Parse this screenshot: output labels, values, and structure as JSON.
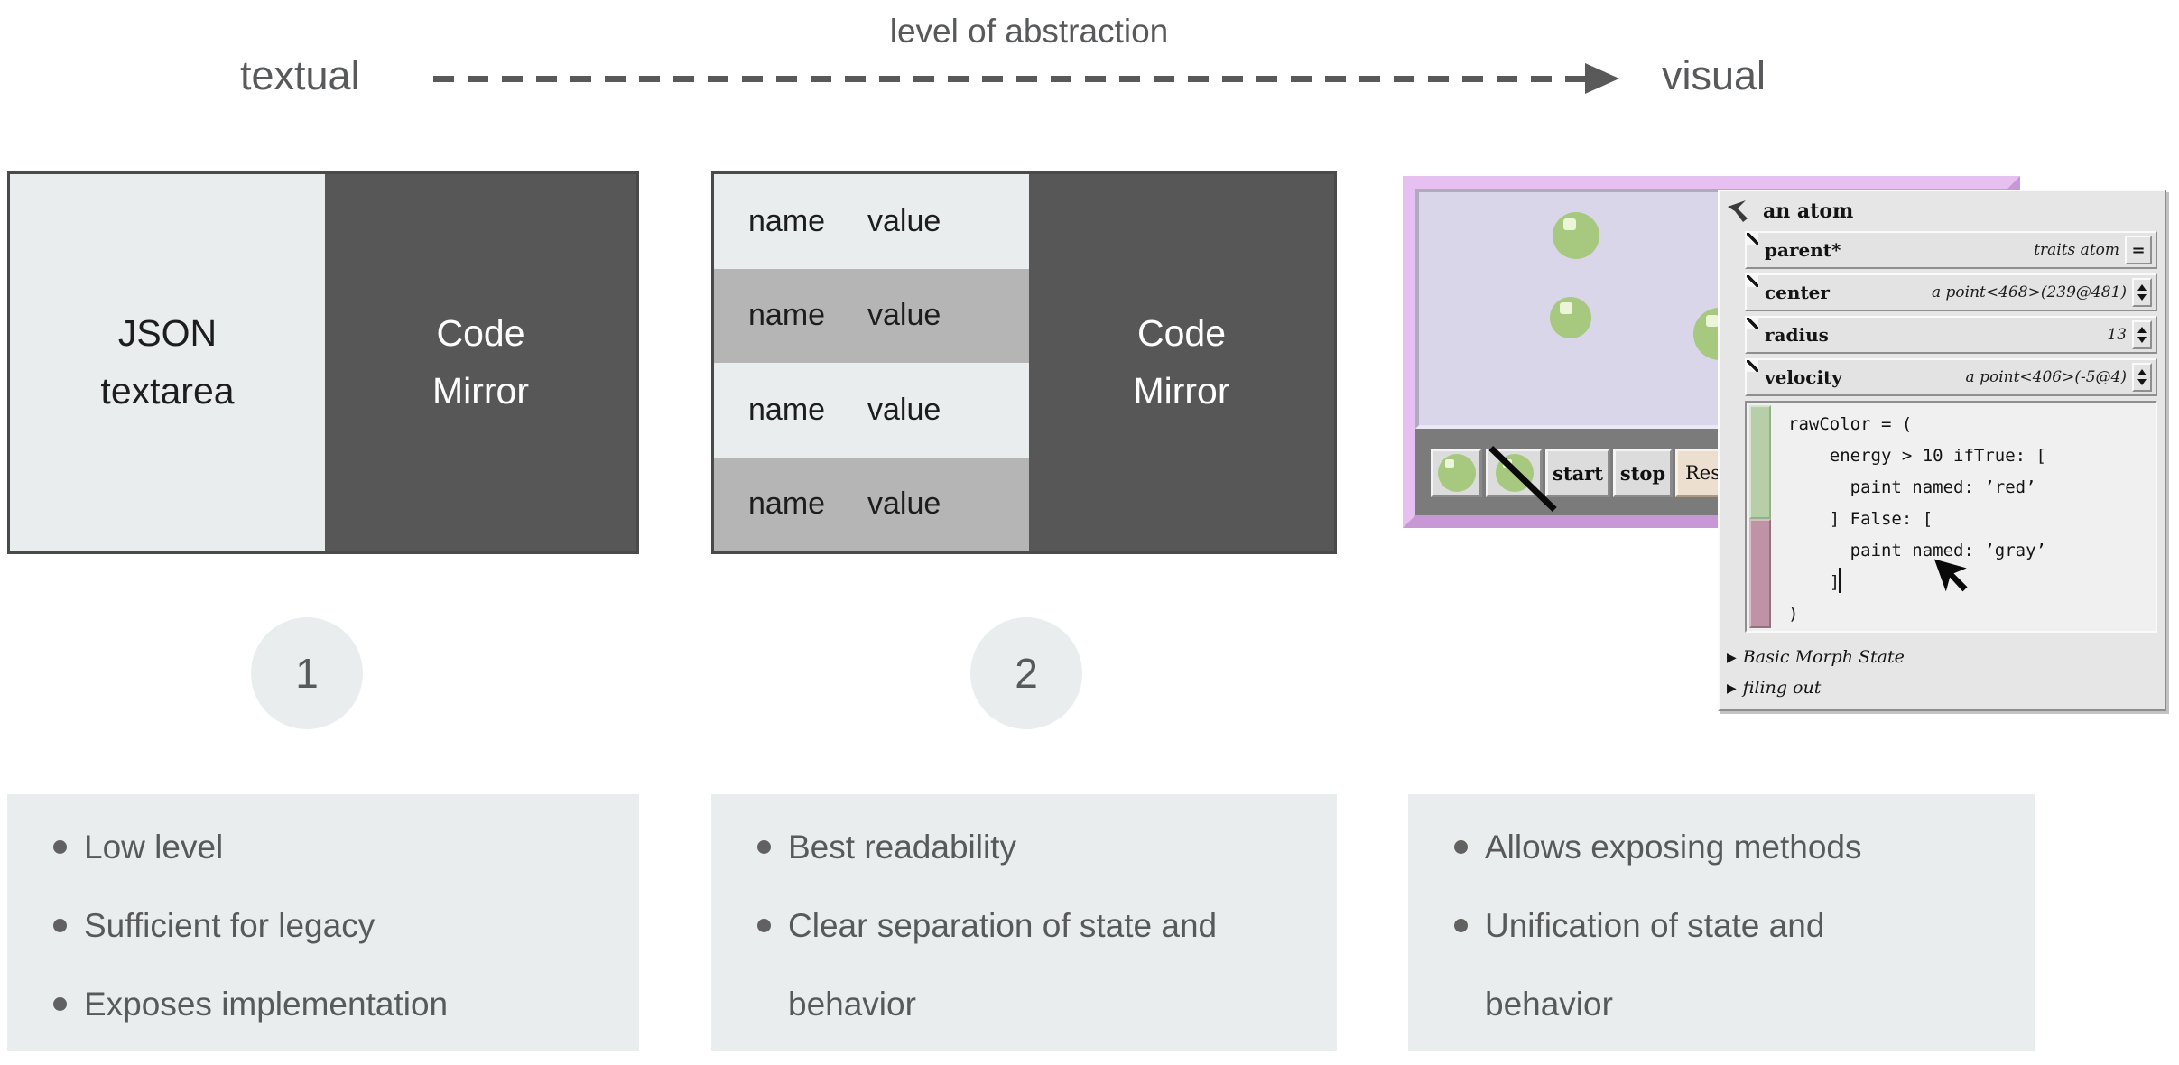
{
  "header": {
    "axis_label": "level of abstraction",
    "left_end": "textual",
    "right_end": "visual"
  },
  "step1": {
    "number": "1",
    "box": {
      "left_panel": "JSON textarea",
      "right_panel": "Code Mirror"
    },
    "bullets": [
      "Low level",
      "Sufficient for legacy",
      "Exposes implementation"
    ]
  },
  "step2": {
    "number": "2",
    "table_rows": [
      {
        "name": "name",
        "value": "value"
      },
      {
        "name": "name",
        "value": "value"
      },
      {
        "name": "name",
        "value": "value"
      },
      {
        "name": "name",
        "value": "value"
      }
    ],
    "right_panel": "Code Mirror",
    "bullets": [
      "Best readability",
      "Clear separation of state and behavior"
    ]
  },
  "step3": {
    "bullets": [
      "Allows exposing methods",
      "Unification of state and behavior"
    ],
    "world_toolbar": {
      "add": "start",
      "start": "start",
      "stop": "stop",
      "resize": "Resi"
    },
    "inspector": {
      "title": "an atom",
      "rows": [
        {
          "name": "parent*",
          "value": "traits atom",
          "action": "="
        },
        {
          "name": "center",
          "value": "a point<468>(239@481)"
        },
        {
          "name": "radius",
          "value": "13"
        },
        {
          "name": "velocity",
          "value": "a point<406>(-5@4)"
        }
      ],
      "code": [
        "rawColor = (",
        "    energy > 10 ifTrue: [",
        "      paint named: ’red’",
        "    ] False: [",
        "      paint named: ’gray’",
        "    ]",
        ")"
      ],
      "sections": [
        "Basic Morph State",
        "filing out"
      ]
    }
  },
  "colors": {
    "slide_text": "#58595b",
    "panel_light": "#e9edee",
    "panel_dark": "#575757",
    "table_alt_row": "#b5b5b5",
    "purple_frame": "#e7c0f2",
    "world_canvas": "#d8d6e8",
    "atom_green": "#a7c87f",
    "scrollbar_green": "#b7cfa8",
    "scrollbar_mauve": "#bd93a5"
  }
}
